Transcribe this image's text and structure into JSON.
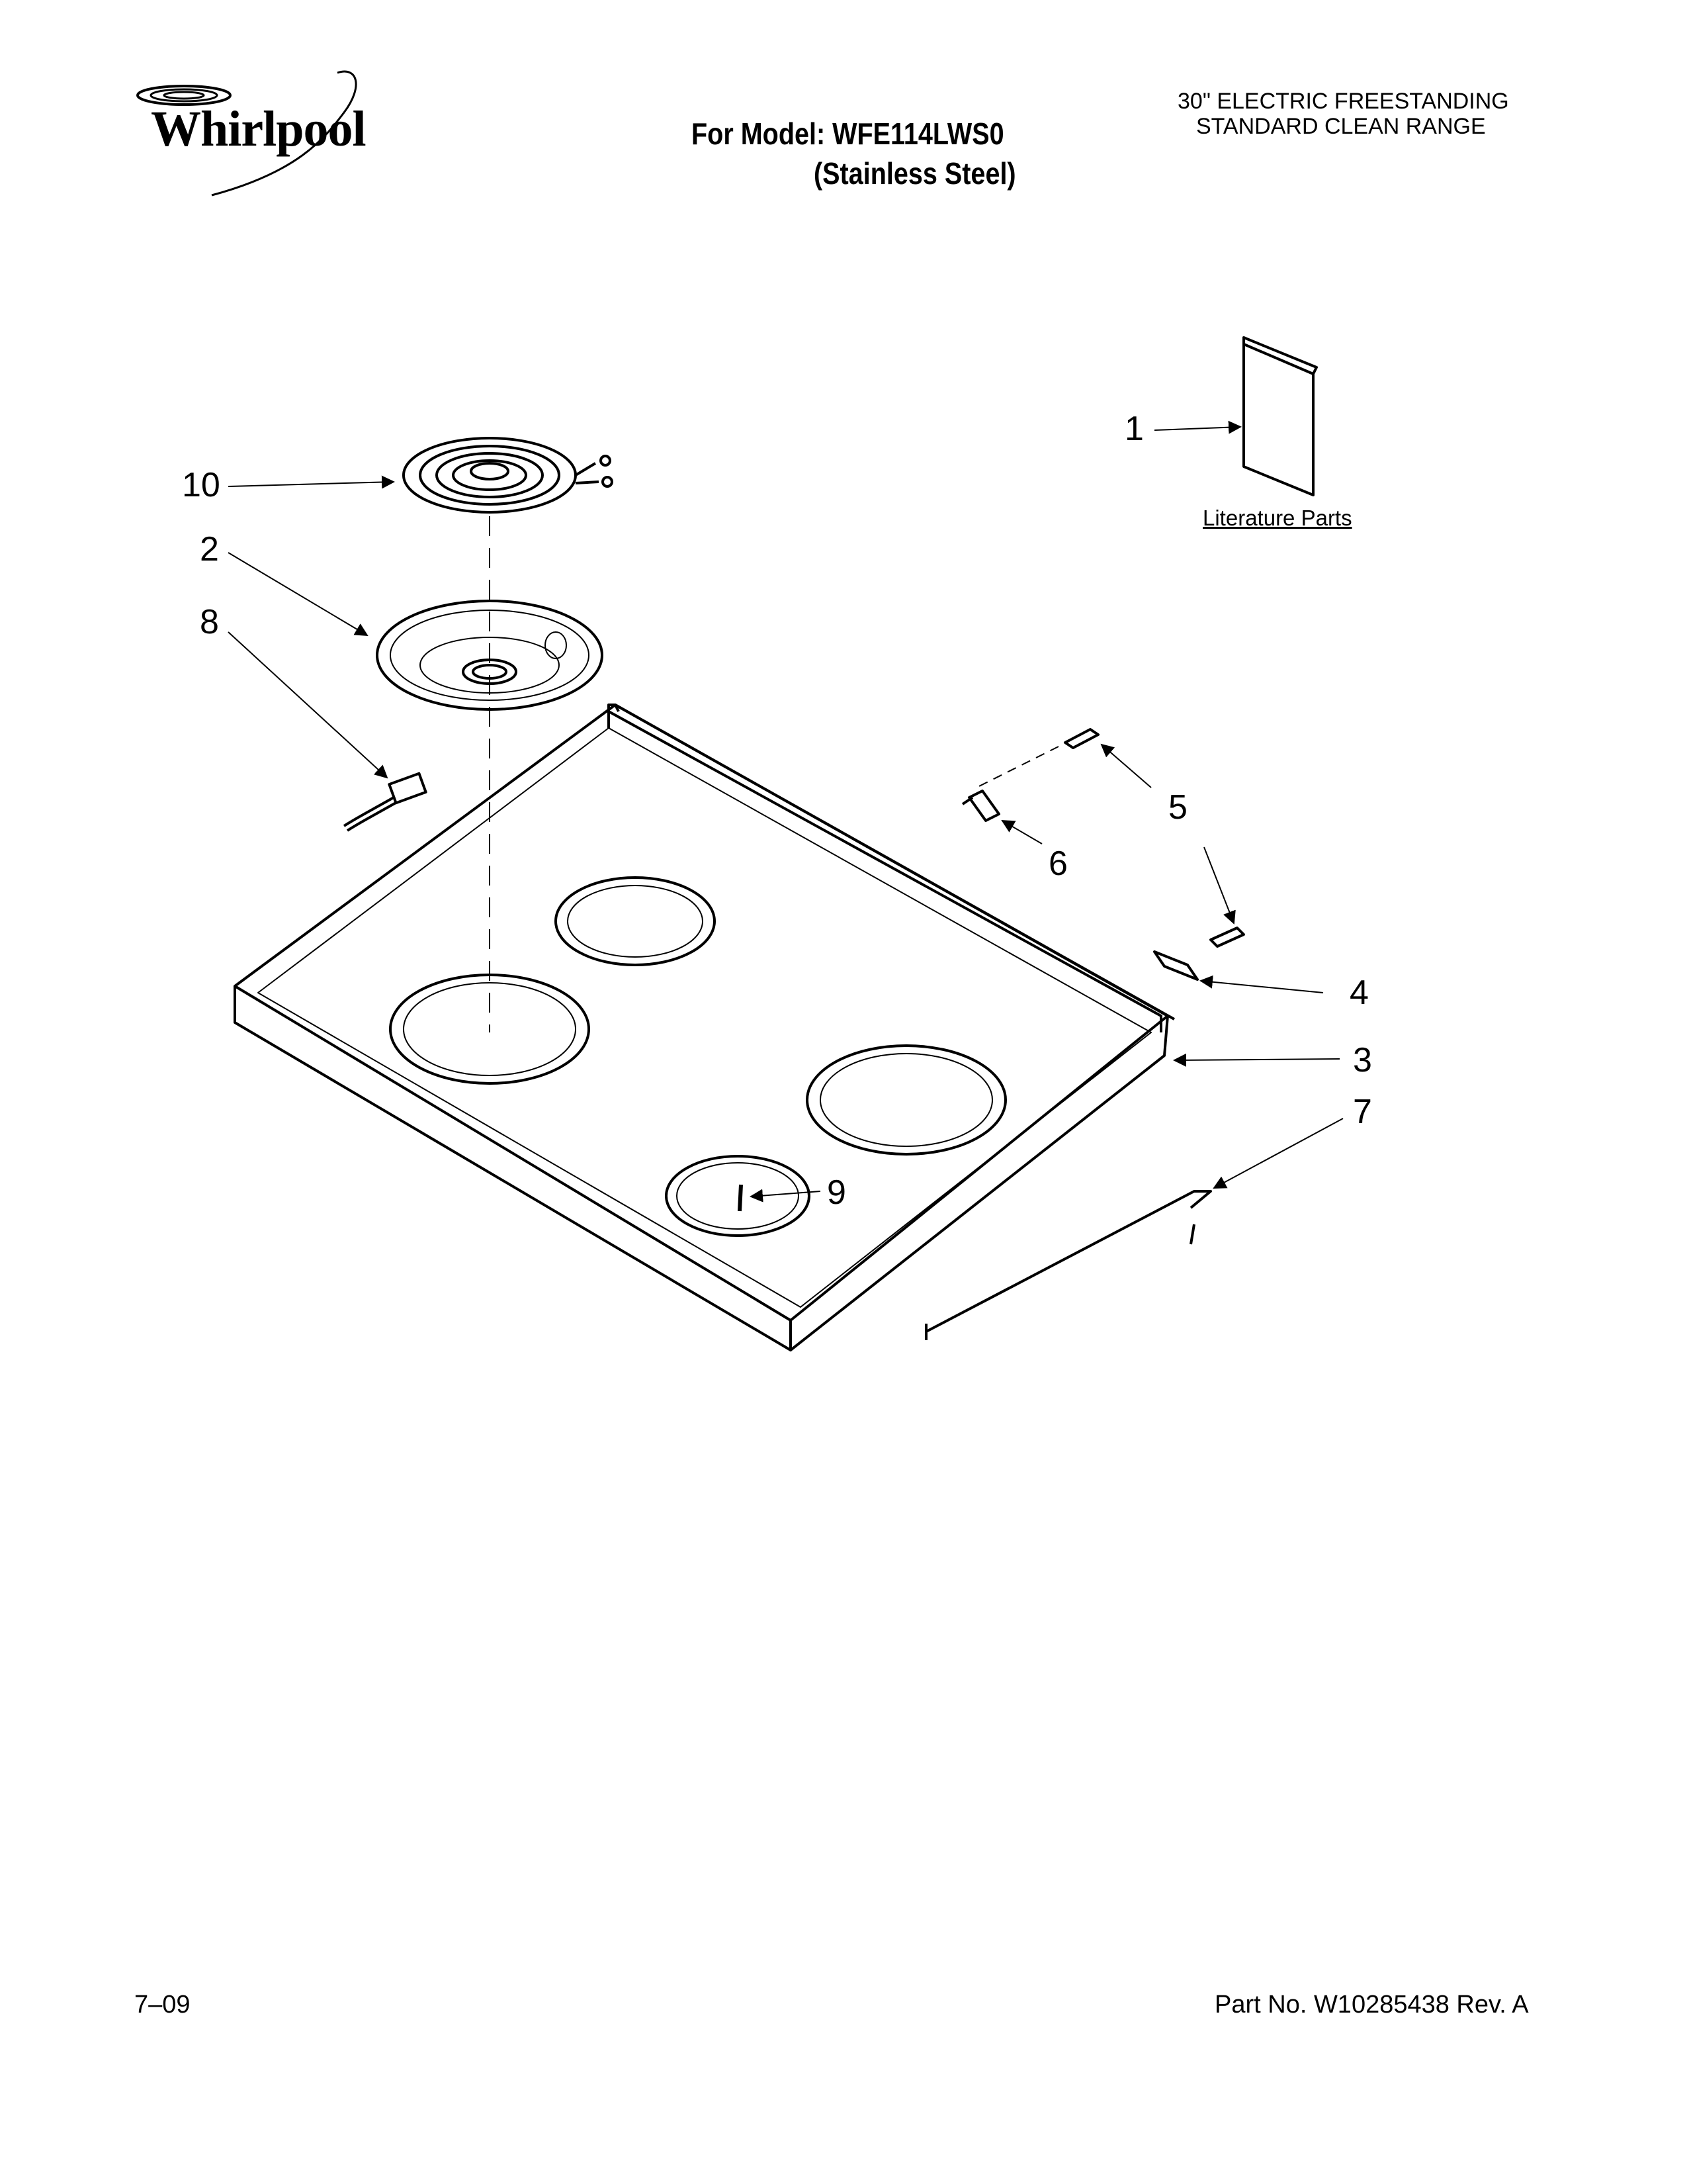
{
  "brand": "Whirlpool",
  "header": {
    "model_line": "For Model: WFE114LWS0",
    "finish_line": "(Stainless Steel)",
    "product_title_line1": "30\" ELECTRIC FREESTANDING",
    "product_title_line2": "STANDARD CLEAN RANGE"
  },
  "diagram": {
    "literature_label": "Literature Parts",
    "callouts": [
      "1",
      "2",
      "3",
      "4",
      "5",
      "6",
      "7",
      "8",
      "9",
      "10"
    ]
  },
  "footer": {
    "date": "7–09",
    "part_number": "Part No. W10285438 Rev. A"
  }
}
